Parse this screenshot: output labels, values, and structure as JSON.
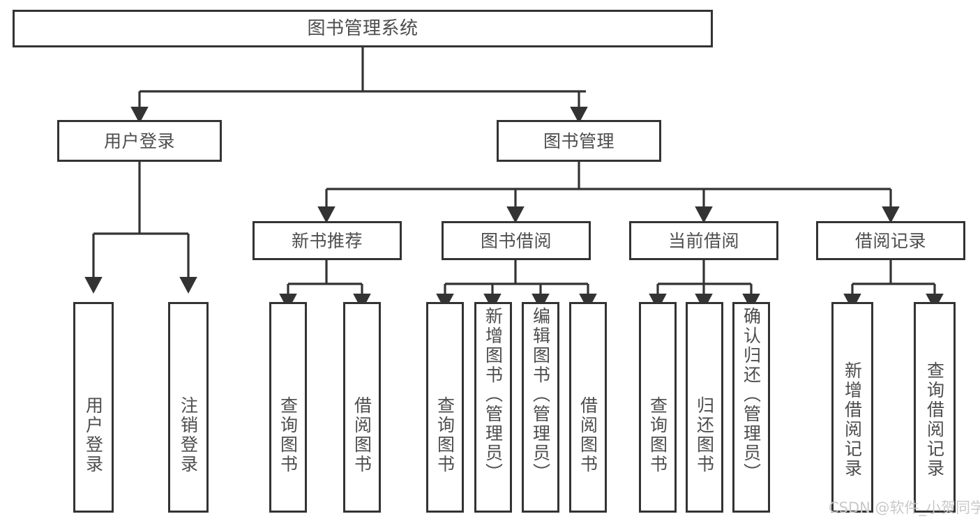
{
  "diagram": {
    "title": "图书管理系统",
    "type": "tree",
    "background_color": "#ffffff",
    "border_color": "#333333",
    "text_color": "#4d4d4d",
    "watermark": "CSDN @软件_小贺同学"
  },
  "nodes": {
    "root": {
      "label": "图书管理系统"
    },
    "level1": [
      {
        "id": "user-login",
        "label": "用户登录"
      },
      {
        "id": "book-manage",
        "label": "图书管理"
      }
    ],
    "level2": [
      {
        "id": "new-book-recommend",
        "label": "新书推荐"
      },
      {
        "id": "book-borrow",
        "label": "图书借阅"
      },
      {
        "id": "current-borrow",
        "label": "当前借阅"
      },
      {
        "id": "borrow-record",
        "label": "借阅记录"
      }
    ],
    "leaves": {
      "user_login": [
        {
          "id": "leaf-user-login",
          "label": "用户登录"
        },
        {
          "id": "leaf-logout",
          "label": "注销登录"
        }
      ],
      "new_book_recommend": [
        {
          "id": "leaf-query-book-1",
          "label": "查询图书"
        },
        {
          "id": "leaf-borrow-book-1",
          "label": "借阅图书"
        }
      ],
      "book_borrow": [
        {
          "id": "leaf-query-book-2",
          "label": "查询图书"
        },
        {
          "id": "leaf-add-book",
          "label": "新增图书（管理员）"
        },
        {
          "id": "leaf-edit-book",
          "label": "编辑图书（管理员）"
        },
        {
          "id": "leaf-borrow-book-2",
          "label": "借阅图书"
        }
      ],
      "current_borrow": [
        {
          "id": "leaf-query-book-3",
          "label": "查询图书"
        },
        {
          "id": "leaf-return-book",
          "label": "归还图书"
        },
        {
          "id": "leaf-confirm-return",
          "label": "确认归还（管理员）"
        }
      ],
      "borrow_record": [
        {
          "id": "leaf-add-record",
          "label": "新增借阅记录"
        },
        {
          "id": "leaf-query-record",
          "label": "查询借阅记录"
        }
      ]
    }
  }
}
